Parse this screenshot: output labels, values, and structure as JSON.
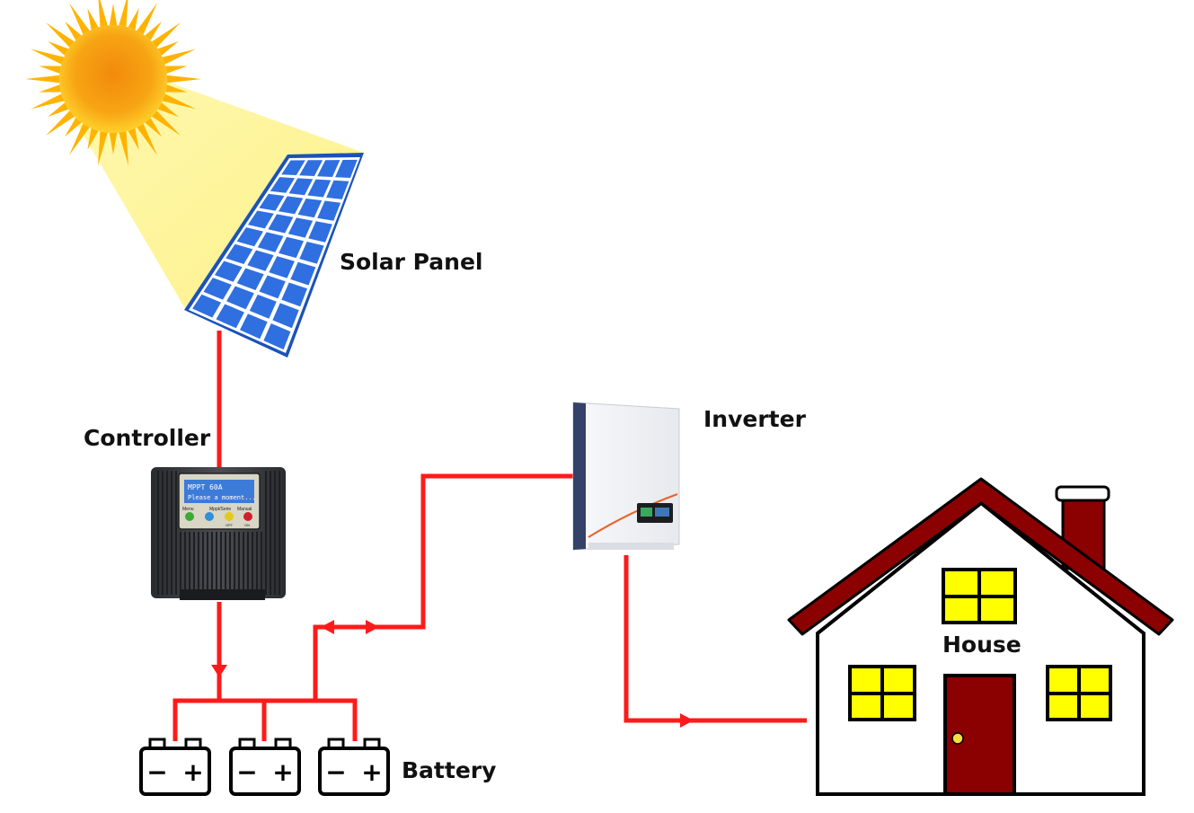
{
  "diagram": {
    "labels": {
      "solar_panel": "Solar Panel",
      "controller": "Controller",
      "inverter": "Inverter",
      "house": "House",
      "battery": "Battery"
    },
    "controller_display": {
      "line1": "MPPT 60A",
      "line2": "Please a moment..."
    },
    "controller_buttons": [
      "Menu",
      "Mppt/Serie",
      "Manual"
    ],
    "controller_button_marks": [
      "OFF",
      "ON"
    ],
    "battery_terminals": {
      "minus": "−",
      "plus": "+"
    },
    "colors": {
      "wire": "#ff1a1a",
      "sun": "#ffb300",
      "sun_core": "#f7910f",
      "light_beam": "#fdf6a3",
      "panel_cells": "#2f6fe0",
      "panel_frame": "#1a4fb8",
      "house_roof": "#8b0000",
      "house_windows": "#ffff00",
      "house_door": "#8b0000"
    },
    "icons": [
      "sun-icon",
      "solar-panel-icon",
      "charge-controller-icon",
      "inverter-icon",
      "house-icon",
      "battery-icon"
    ]
  }
}
